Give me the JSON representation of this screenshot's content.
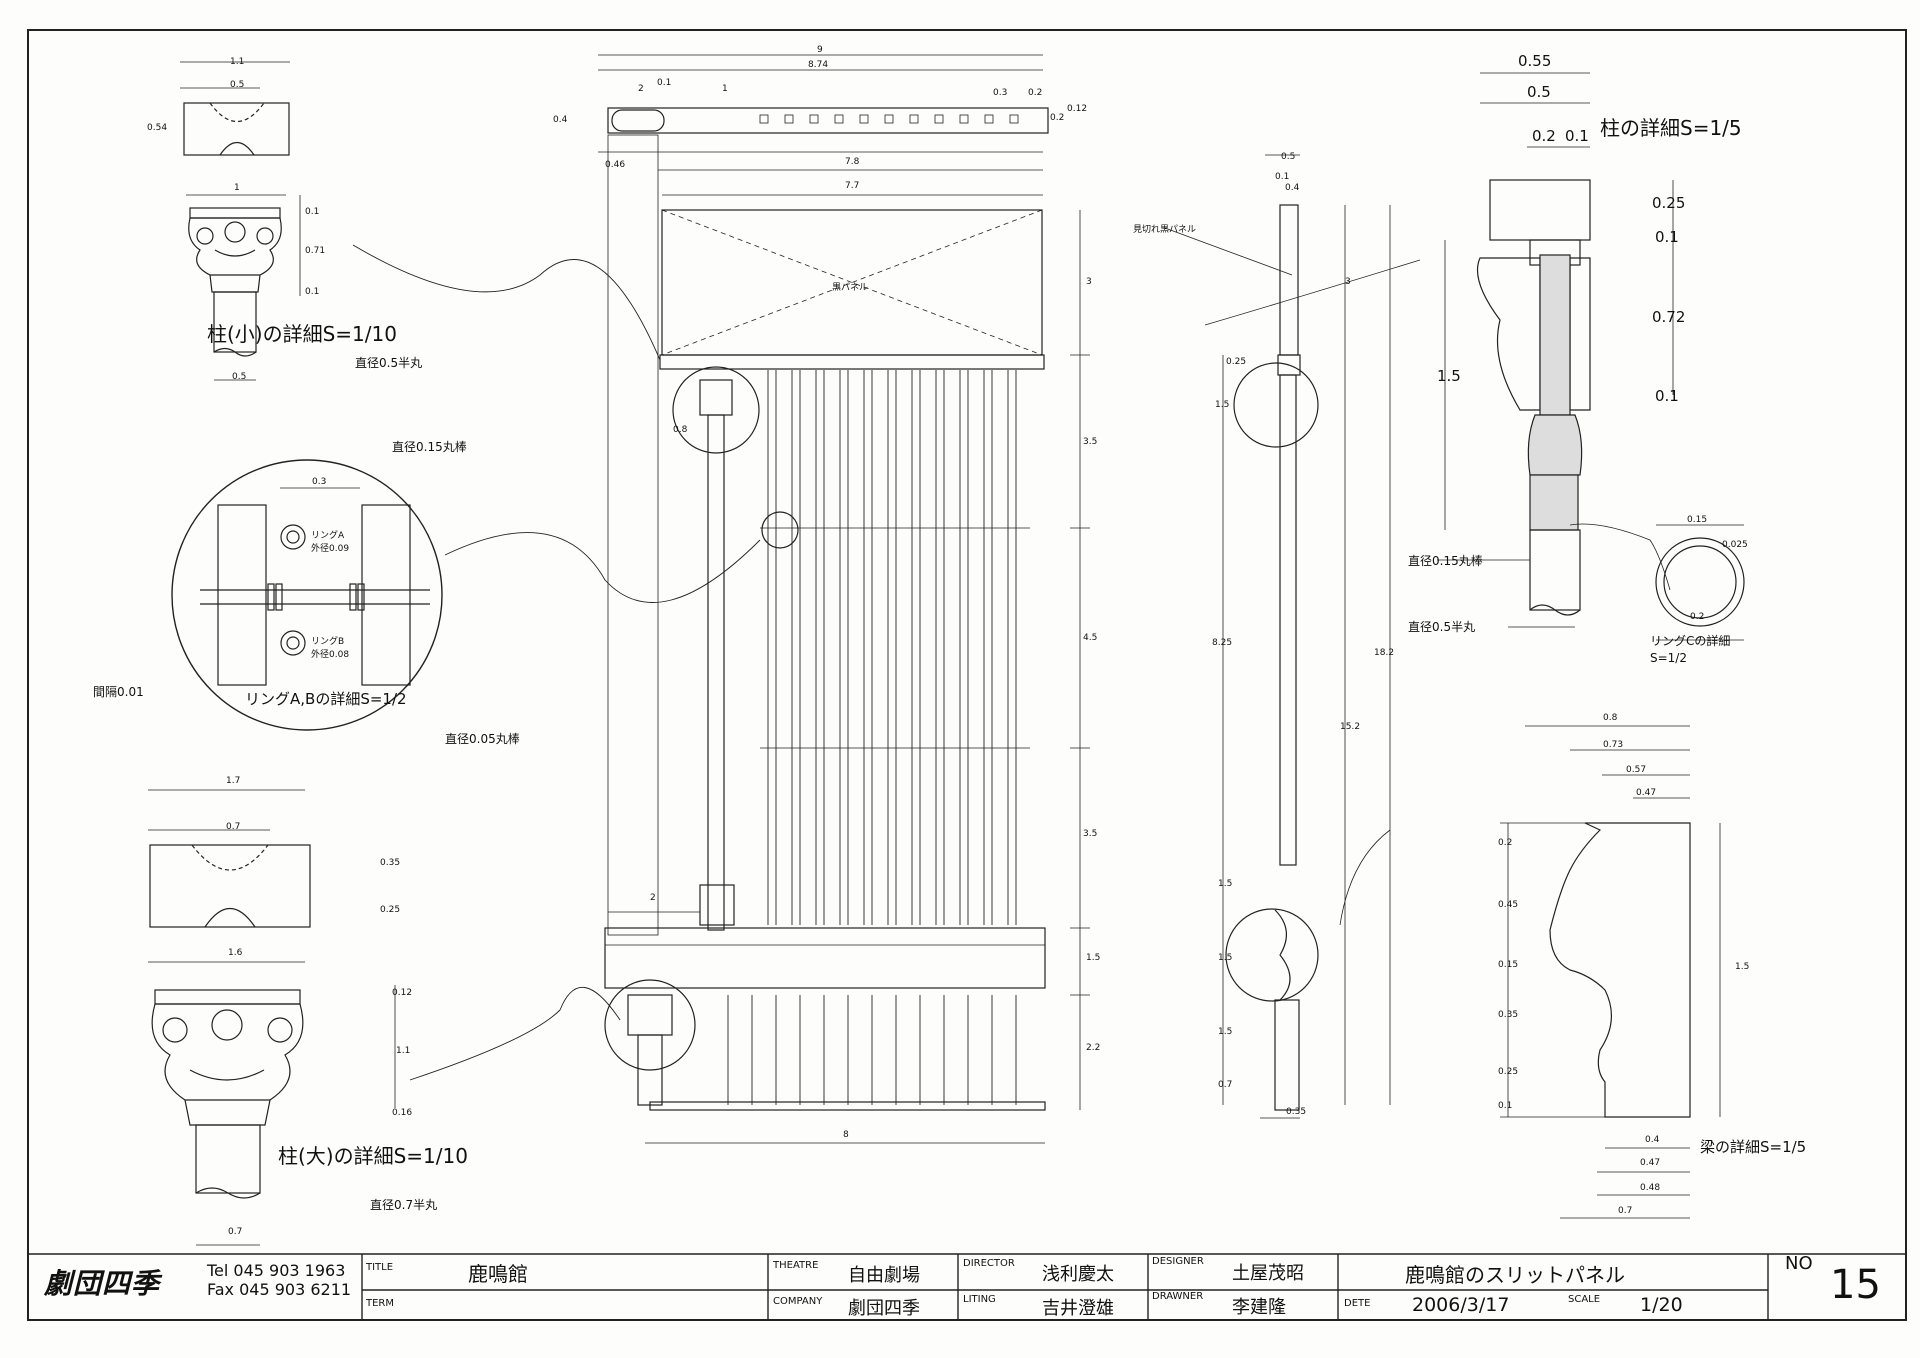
{
  "drawing": {
    "sheet_no_label": "NO",
    "sheet_no": "15"
  },
  "detail_titles": {
    "col_small": "柱(小)の詳細S=1/10",
    "col_large": "柱(大)の詳細S=1/10",
    "col_detail": "柱の詳細S=1/5",
    "ring_ab": "リングA,Bの詳細S=1/2",
    "ring_c": "リングCの詳細",
    "ring_c_scale": "S=1/2",
    "beam": "梁の詳細S=1/5"
  },
  "annotations": {
    "dia_05_half": "直径0.5半丸",
    "dia_07_half": "直径0.7半丸",
    "dia_015_rod": "直径0.15丸棒",
    "dia_005_rod": "直径0.05丸棒",
    "spacing": "間隔0.01",
    "ring_a": "リングA",
    "ring_a_od": "外径0.09",
    "ring_b": "リングB",
    "ring_b_od": "外径0.08",
    "black_panel": "黒パネル",
    "masking_panel": "見切れ黒パネル"
  },
  "dimensions": {
    "top_9": "9",
    "top_874": "8.74",
    "top_2": "2",
    "top_01": "0.1",
    "top_1": "1",
    "top_03": "0.3",
    "top_02": "0.2",
    "plan_04": "0.4",
    "plan_012": "0.12",
    "plan_02b": "0.2",
    "w_046": "0.46",
    "w_78": "7.8",
    "w_77": "7.7",
    "h_3": "3",
    "h_35a": "3.5",
    "h_45": "4.5",
    "h_35b": "3.5",
    "h_15": "1.5",
    "h_22": "2.2",
    "w_08": "0.8",
    "w_2": "2",
    "w_8": "8",
    "s_05": "0.5",
    "s_01": "0.1",
    "s_04": "0.4",
    "s_3": "3",
    "s_025": "0.25",
    "s_825": "8.25",
    "s_152": "15.2",
    "s_182": "18.2",
    "s_15a": "1.5",
    "s_15b": "1.5",
    "s_15c": "1.5",
    "s_15d": "1.5",
    "s_07": "0.7",
    "s_035": "0.35",
    "cs_11": "1.1",
    "cs_05": "0.5",
    "cs_054": "0.54",
    "cs_1": "1",
    "cs_01a": "0.1",
    "cs_071": "0.71",
    "cs_01b": "0.1",
    "cs_05b": "0.5",
    "cl_17": "1.7",
    "cl_07": "0.7",
    "cl_035": "0.35",
    "cl_025": "0.25",
    "cl_16": "1.6",
    "cl_012": "0.12",
    "cl_11": "1.1",
    "cl_016": "0.16",
    "cl_07b": "0.7",
    "cd_055": "0.55",
    "cd_05": "0.5",
    "cd_02": "0.2",
    "cd_01": "0.1",
    "cd_025": "0.25",
    "cd_01b": "0.1",
    "cd_072": "0.72",
    "cd_01c": "0.1",
    "cd_15": "1.5",
    "rc_015": "0.15",
    "rc_0025": "0.025",
    "rc_02": "0.2",
    "bm_08": "0.8",
    "bm_073": "0.73",
    "bm_057": "0.57",
    "bm_047": "0.47",
    "bm_02": "0.2",
    "bm_045": "0.45",
    "bm_015": "0.15",
    "bm_035": "0.35",
    "bm_025": "0.25",
    "bm_01": "0.1",
    "bm_15": "1.5",
    "bm_04": "0.4",
    "bm_047b": "0.47",
    "bm_048": "0.48",
    "bm_07": "0.7",
    "ring_03": "0.3"
  },
  "title_block": {
    "logo": "劇団四季",
    "tel": "Tel 045 903 1963",
    "fax": "Fax 045 903 6211",
    "title_key": "TITLE",
    "title_val": "鹿鳴館",
    "term_key": "TERM",
    "theatre_key": "THEATRE",
    "theatre_val": "自由劇場",
    "company_key": "COMPANY",
    "company_val": "劇団四季",
    "director_key": "DIRECTOR",
    "director_val": "浅利慶太",
    "liting_key": "LITING",
    "liting_val": "吉井澄雄",
    "designer_key": "DESIGNER",
    "designer_val": "土屋茂昭",
    "drawner_key": "DRAWNER",
    "drawner_val": "李建隆",
    "drawing_title": "鹿鳴館のスリットパネル",
    "date_key": "DETE",
    "date_val": "2006/3/17",
    "scale_key": "SCALE",
    "scale_val": "1/20"
  }
}
